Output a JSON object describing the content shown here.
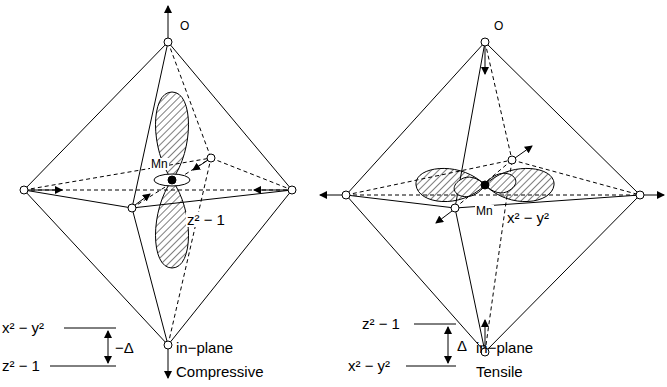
{
  "diagram": {
    "labels": [
      "O",
      "Mn",
      "z² − 1",
      "x² − y²",
      "−Δ",
      "z² − 1",
      "in−plane",
      "Compressive",
      "O",
      "Mn",
      "x² − y²",
      "z² − 1",
      "Δ",
      "x² − y²",
      "in−plane",
      "Tensile"
    ]
  }
}
